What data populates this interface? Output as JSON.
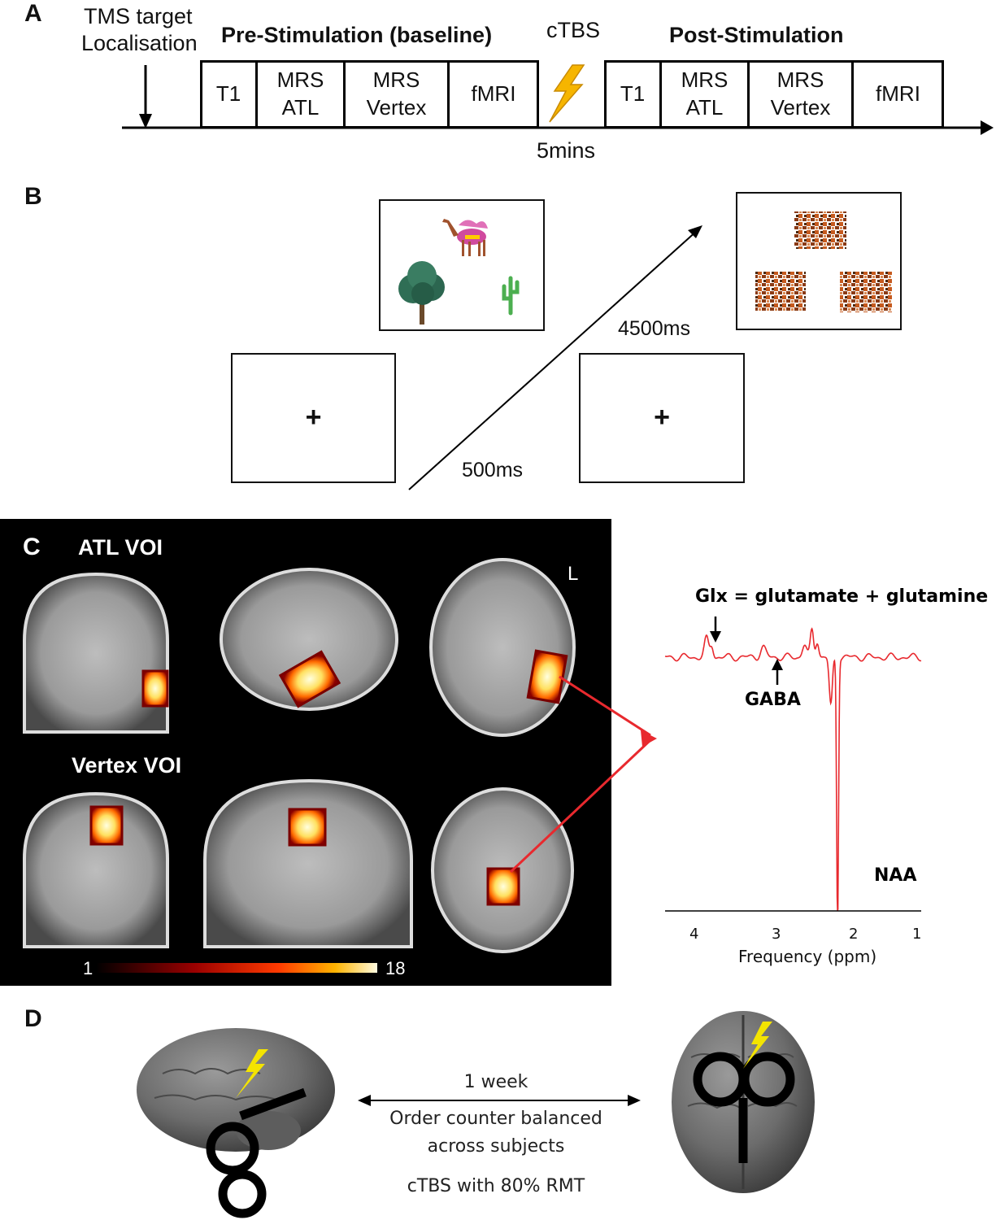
{
  "panelA": {
    "letter": "A",
    "tms_target": "TMS target",
    "localisation": "Localisation",
    "pre_title": "Pre-Stimulation (baseline)",
    "ctbs": "cTBS",
    "post_title": "Post-Stimulation",
    "duration": "5mins",
    "pre_cells": [
      {
        "line1": "T1",
        "line2": ""
      },
      {
        "line1": "MRS",
        "line2": "ATL"
      },
      {
        "line1": "MRS",
        "line2": "Vertex"
      },
      {
        "line1": "fMRI",
        "line2": ""
      }
    ],
    "post_cells": [
      {
        "line1": "T1",
        "line2": ""
      },
      {
        "line1": "MRS",
        "line2": "ATL"
      },
      {
        "line1": "MRS",
        "line2": "Vertex"
      },
      {
        "line1": "fMRI",
        "line2": ""
      }
    ],
    "bolt_color": "#F6B500"
  },
  "panelB": {
    "letter": "B",
    "fixation": "+",
    "t1": "500ms",
    "t2": "4500ms"
  },
  "panelC": {
    "letter": "C",
    "atl_voi": "ATL VOI",
    "vertex_voi": "Vertex VOI",
    "orientation": "L",
    "colorbar_min": "1",
    "colorbar_max": "18",
    "spectrum": {
      "glx_label": "Glx = glutamate + glutamine",
      "gaba_label": "GABA",
      "naa_label": "NAA",
      "xlabel": "Frequency (ppm)",
      "ticks": [
        "4",
        "3",
        "2",
        "1"
      ],
      "line_color": "#E8292E"
    }
  },
  "panelD": {
    "letter": "D",
    "interval": "1 week",
    "order_line1": "Order counter balanced",
    "order_line2": "across subjects",
    "protocol": "cTBS with 80% RMT",
    "bolt_color": "#F4E400"
  }
}
